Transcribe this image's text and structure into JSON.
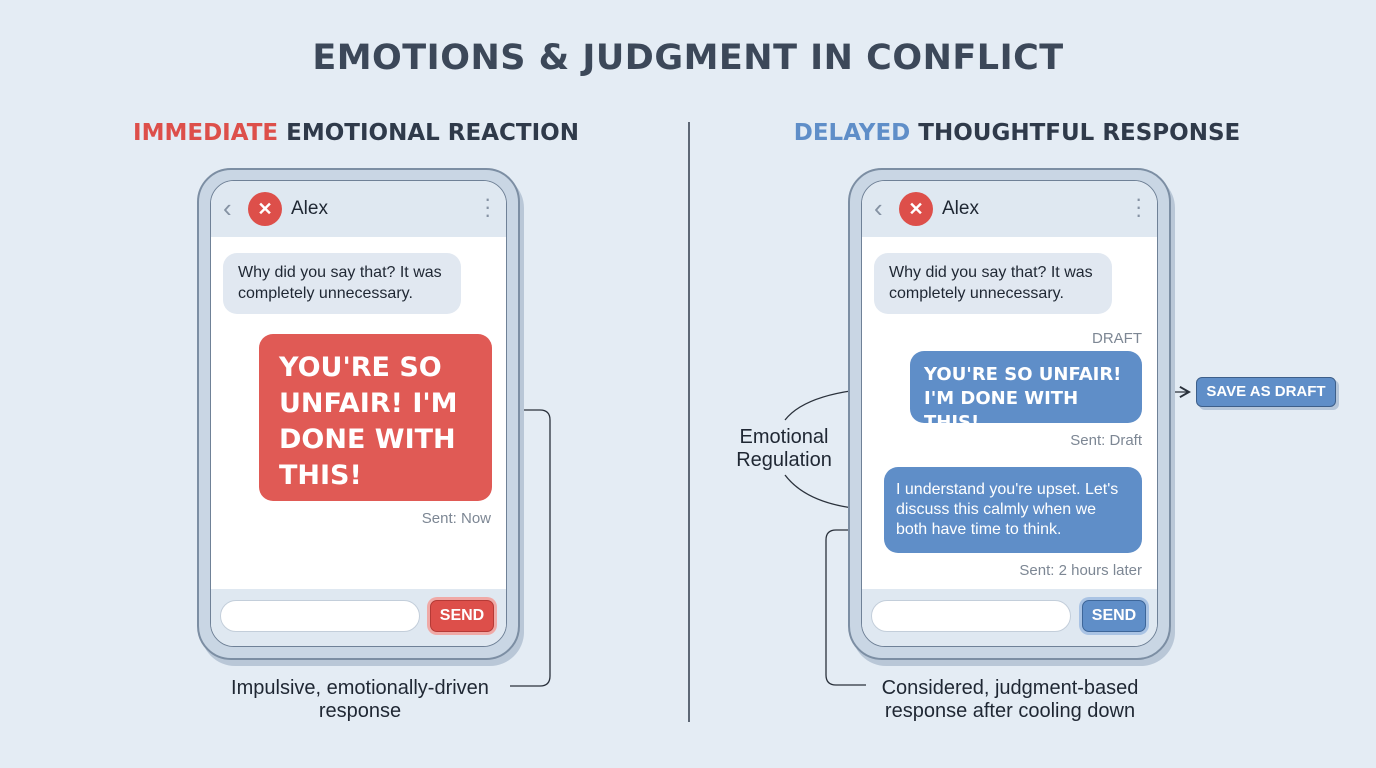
{
  "title": "EMOTIONS & JUDGMENT IN CONFLICT",
  "colors": {
    "red_accent": "#dd4f4a",
    "blue_accent": "#5f8ec8",
    "background": "#e4ecf4"
  },
  "left": {
    "heading_accent": "IMMEDIATE",
    "heading_rest": " EMOTIONAL REACTION",
    "phone": {
      "contact_name": "Alex",
      "avatar_icon": "angry-face-icon",
      "incoming_message": "Why did you say that? It was completely unnecessary.",
      "outgoing_message": "YOU'RE SO UNFAIR! I'M DONE WITH THIS!",
      "outgoing_status": "Sent: Now",
      "input_value": "",
      "send_label": "SEND"
    },
    "caption": "Impulsive, emotionally-driven response"
  },
  "right": {
    "heading_accent": "DELAYED",
    "heading_rest": " THOUGHTFUL RESPONSE",
    "phone": {
      "contact_name": "Alex",
      "avatar_icon": "angry-face-icon",
      "incoming_message": "Why did you say that? It was completely unnecessary.",
      "draft_label": "DRAFT",
      "draft_message": "YOU'RE SO UNFAIR! I'M DONE WITH THIS!",
      "draft_status": "Sent: Draft",
      "reply_message": "I understand you're upset. Let's discuss this calmly when we both have time to think.",
      "reply_status": "Sent: 2 hours later",
      "input_value": "",
      "send_label": "SEND"
    },
    "save_draft_label": "SAVE AS DRAFT",
    "regulation_label": "Emotional Regulation",
    "caption": "Considered, judgment-based response after cooling down"
  }
}
